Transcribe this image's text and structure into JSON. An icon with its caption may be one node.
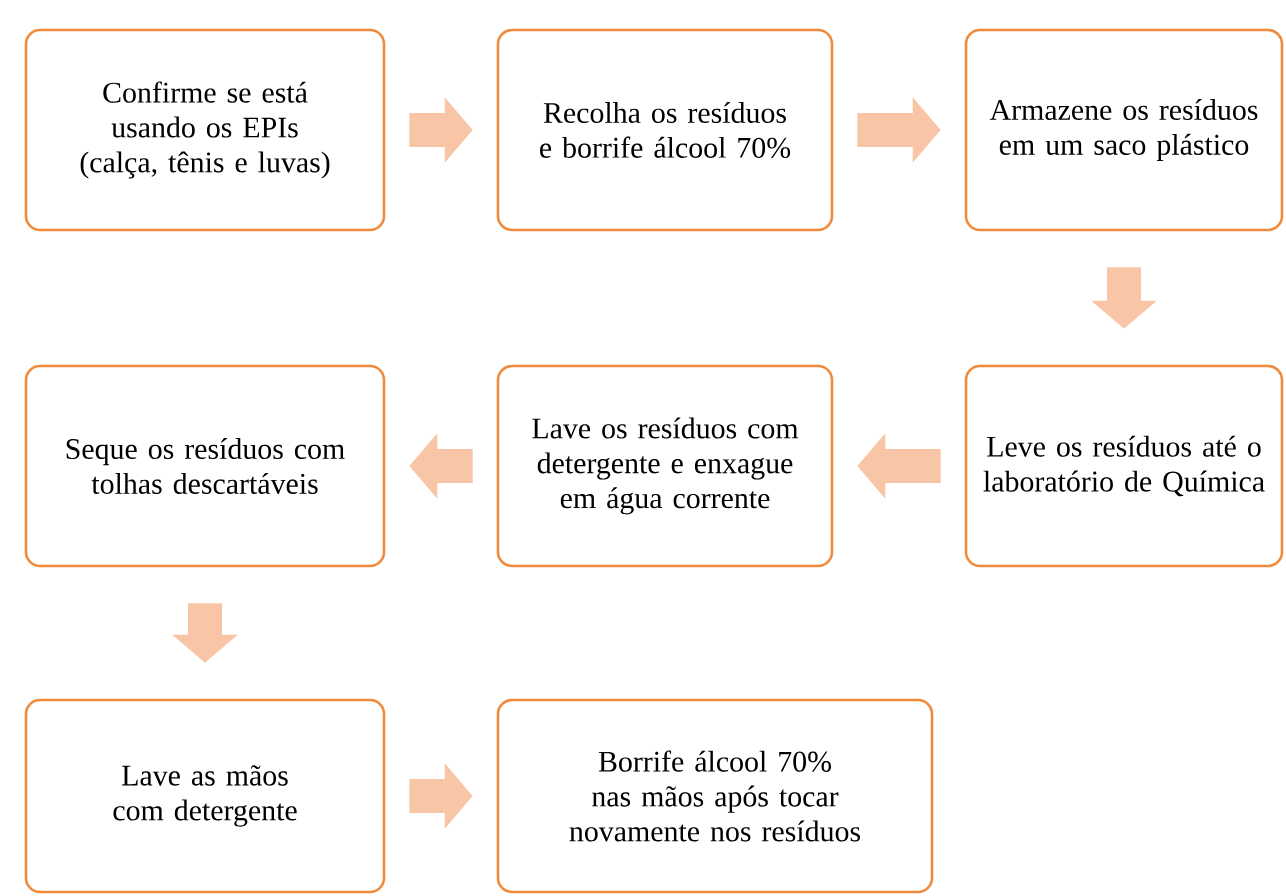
{
  "diagram": {
    "nodes": [
      {
        "text": [
          "Confirme se está usando os EPIs (calça, tênis e luvas)"
        ]
      },
      {
        "text": [
          "Recolha os resíduos e borrife álcool 70%"
        ]
      },
      {
        "text": [
          "Armazene os resíduos em um saco plástico"
        ]
      },
      {
        "text": [
          "Leve os resíduos até o laboratório de Química"
        ]
      },
      {
        "text": [
          "Lave os resíduos com detergente e enxague em água corrente"
        ]
      },
      {
        "text": [
          "Seque os resíduos com tolhas descartáveis"
        ]
      },
      {
        "text": [
          "Lave as mãos com detergente"
        ]
      },
      {
        "text": [
          "Borrife álcool 70% nas mãos após tocar novamente nos resíduos"
        ]
      }
    ],
    "edges": [
      {
        "from": 0,
        "to": 1,
        "arrow": "to"
      },
      {
        "from": 1,
        "to": 2,
        "arrow": "to"
      },
      {
        "from": 2,
        "to": 3,
        "arrow": "to"
      },
      {
        "from": 3,
        "to": 4,
        "arrow": "to"
      },
      {
        "from": 4,
        "to": 5,
        "arrow": "to"
      },
      {
        "from": 5,
        "to": 6,
        "arrow": "to"
      },
      {
        "from": 6,
        "to": 7,
        "arrow": "to"
      }
    ]
  }
}
